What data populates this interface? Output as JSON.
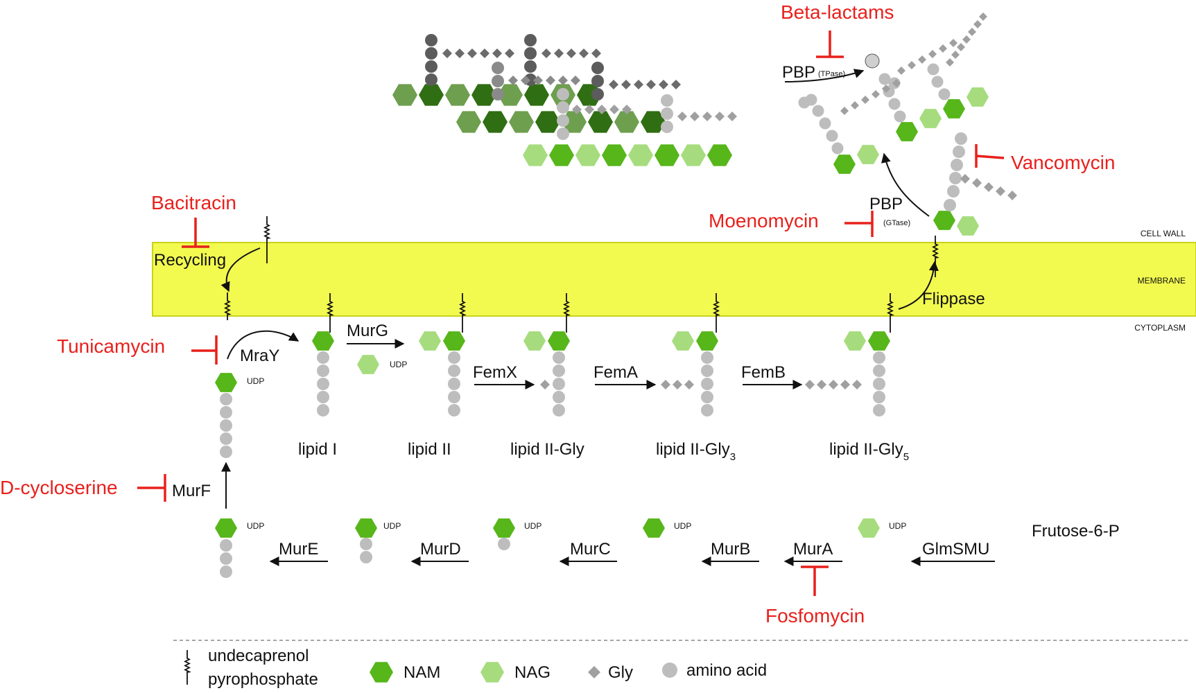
{
  "colors": {
    "nam": "#56b61a",
    "nag": "#a6dc7e",
    "nam_dark": "#2f6e12",
    "nag_dark": "#6e9f4f",
    "gly": "#a0a0a0",
    "gly_dark": "#6b6b6b",
    "amino": "#bdbdbd",
    "amino_dark": "#5c5c5c",
    "inhibitor": "#e8201c",
    "membrane": "#f2fa4f",
    "membrane_border": "#c9d21a",
    "text": "#111111"
  },
  "zones": {
    "cell_wall": "CELL WALL",
    "membrane": "MEMBRANE",
    "cytoplasm": "CYTOPLASM"
  },
  "antibiotics": {
    "bacitracin": "Bacitracin",
    "tunicamycin": "Tunicamycin",
    "d_cycloserine": "D-cycloserine",
    "fosfomycin": "Fosfomycin",
    "moenomycin": "Moenomycin",
    "vancomycin": "Vancomycin",
    "beta_lactams": "Beta-lactams"
  },
  "enzymes": {
    "recycling": "Recycling",
    "mray": "MraY",
    "murg": "MurG",
    "femx": "FemX",
    "fema": "FemA",
    "femb": "FemB",
    "flippase": "Flippase",
    "murf": "MurF",
    "mure": "MurE",
    "murd": "MurD",
    "murc": "MurC",
    "murb": "MurB",
    "mura": "MurA",
    "glmsmu": "GlmSMU",
    "pbp_gtase": "PBP",
    "pbp_gtase_sub": "(GTase)",
    "pbp_tpase": "PBP",
    "pbp_tpase_sub": "(TPase)"
  },
  "intermediates": {
    "lipid1": "lipid I",
    "lipid2": "lipid II",
    "lipid2gly": "lipid II-Gly",
    "lipid2gly3_base": "lipid II-Gly",
    "lipid2gly3_sub": "3",
    "lipid2gly5_base": "lipid II-Gly",
    "lipid2gly5_sub": "5",
    "fructose": "Frutose-6-P",
    "udp": "UDP"
  },
  "legend": {
    "undecaprenol_line1": "undecaprenol",
    "undecaprenol_line2": "pyrophosphate",
    "nam": "NAM",
    "nag": "NAG",
    "gly": "Gly",
    "amino_acid": "amino acid"
  }
}
